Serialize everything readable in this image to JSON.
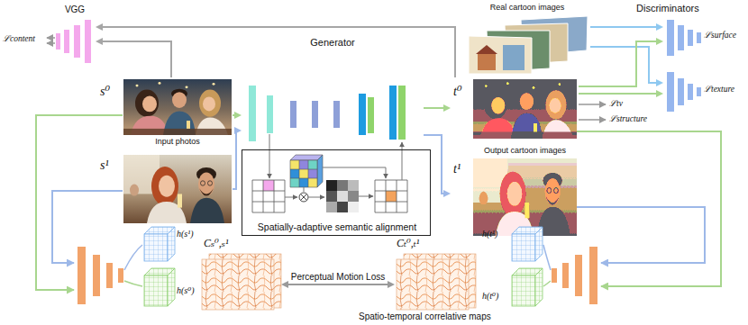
{
  "diagram": {
    "nodes": [
      {
        "text": [
          "VGG"
        ]
      },
      {
        "text": [
          "Real cartoon images"
        ]
      },
      {
        "text": [
          "ℒsurface"
        ]
      },
      {
        "text": [
          "ℒtexture"
        ]
      },
      {
        "text": [
          "s⁰",
          "Input photos"
        ]
      },
      {
        "text": [
          "Generator"
        ]
      },
      {
        "text": [
          "t⁰"
        ]
      },
      {
        "text": [
          "s¹"
        ]
      },
      {
        "text": [
          "t¹",
          "Output cartoon images"
        ]
      },
      {
        "text": [
          "Spatially-adaptive semantic alignment"
        ]
      },
      {
        "text": [
          "h(s¹)"
        ]
      },
      {
        "text": [
          "h(s⁰)"
        ]
      },
      {
        "text": [
          "Cₛ⁰,ₛ¹"
        ]
      },
      {
        "text": [
          "Cₜ⁰,ₜ¹"
        ]
      },
      {
        "text": [
          "h(t¹)"
        ]
      },
      {
        "text": [
          "h(t⁰)"
        ]
      }
    ],
    "edges": [
      {
        "from": 4,
        "to": 5,
        "arrow": "to"
      },
      {
        "from": 7,
        "to": 5,
        "arrow": "to"
      },
      {
        "from": 5,
        "to": 6,
        "arrow": "to"
      },
      {
        "from": 5,
        "to": 8,
        "arrow": "to"
      },
      {
        "from": 4,
        "to": 0,
        "arrow": "to"
      },
      {
        "from": 6,
        "to": 0,
        "arrow": "to"
      },
      {
        "from": 1,
        "to": 2,
        "arrow": "to"
      },
      {
        "from": 1,
        "to": 3,
        "arrow": "to"
      },
      {
        "from": 6,
        "to": 2,
        "arrow": "to"
      },
      {
        "from": 6,
        "to": 3,
        "arrow": "to"
      },
      {
        "from": 12,
        "to": 13,
        "label": "Perceptual Motion Loss",
        "arrow": "both"
      }
    ],
    "labels": [
      "ℒcontent",
      "Discriminators",
      "ℒtv",
      "ℒstructure",
      "Spatio-temporal correlative maps"
    ]
  }
}
